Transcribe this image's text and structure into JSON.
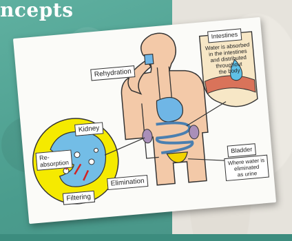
{
  "header": {
    "title": "ncepts"
  },
  "diagram": {
    "rehydration": "Rehydration",
    "intestines": {
      "title": "Intestines",
      "lines": [
        "Water is absorbed",
        "in the intestines",
        "and distributed",
        "throughout",
        "the body"
      ]
    },
    "kidney": {
      "title": "Kidney",
      "reabsorption_1": "Re-",
      "reabsorption_2": "absorption",
      "filtering": "Filtering",
      "elimination": "Elimination"
    },
    "bladder": {
      "title": "Bladder",
      "lines": [
        "Where water is",
        "eliminated",
        "as urine"
      ]
    }
  }
}
